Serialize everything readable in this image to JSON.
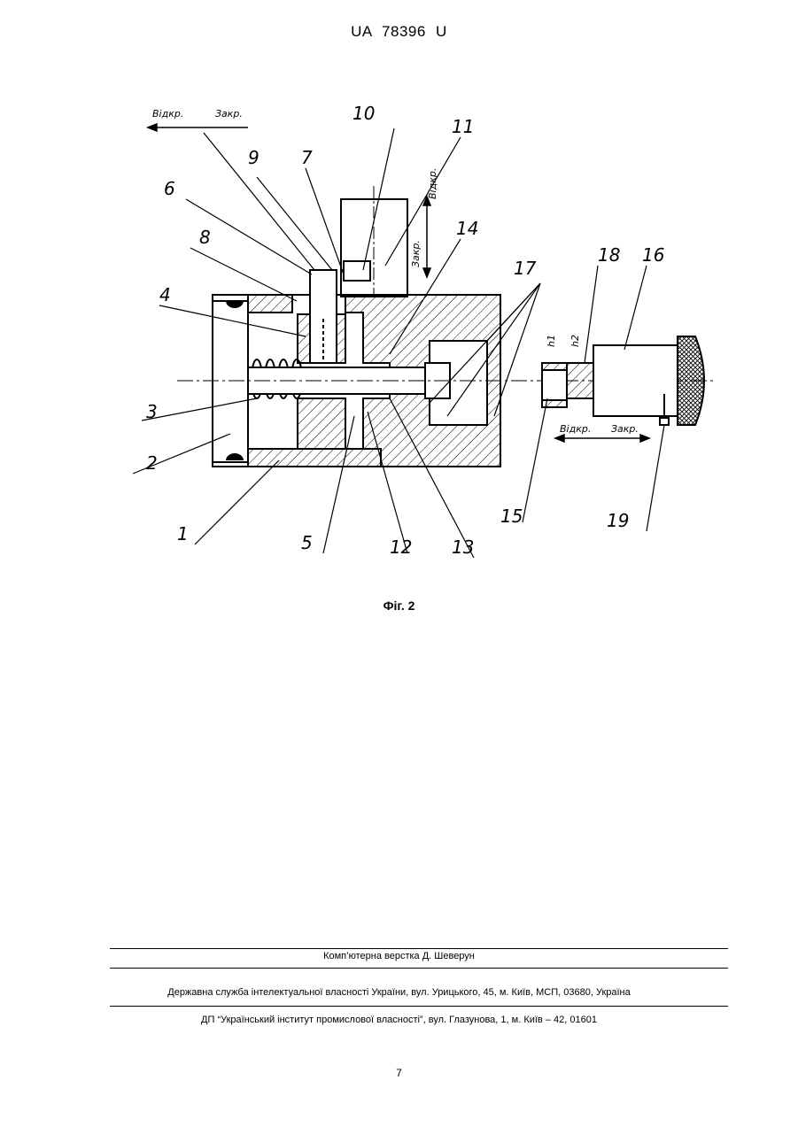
{
  "header": {
    "patent_number": "UA   78396   U"
  },
  "figure": {
    "caption": "Фіг. 2",
    "part_numbers": [
      "1",
      "2",
      "3",
      "4",
      "5",
      "6",
      "7",
      "8",
      "9",
      "10",
      "11",
      "12",
      "13",
      "14",
      "15",
      "16",
      "17",
      "18",
      "19"
    ],
    "annotations": {
      "open_top": "Відкр.",
      "close_top": "Закр.",
      "close_vertical": "Закр.",
      "open_vertical": "Відкр.",
      "open_bottom": "Відкр.",
      "close_bottom": "Закр.",
      "h1": "h1",
      "h2": "h2"
    }
  },
  "footer": {
    "layout_credit": "Комп’ютерна верстка Д. Шеверун",
    "agency": "Державна служба інтелектуальної власності України, вул. Урицького, 45, м. Київ, МСП, 03680, Україна",
    "institute": "ДП “Український інститут промислової власності”, вул. Глазунова, 1, м. Київ – 42, 01601",
    "page_number": "7"
  },
  "colors": {
    "ink": "#000000",
    "paper": "#ffffff"
  }
}
